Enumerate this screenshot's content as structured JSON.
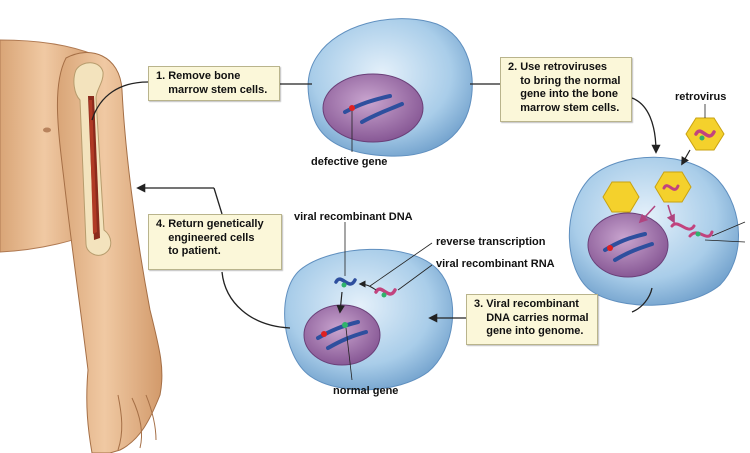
{
  "steps": {
    "step1": "1. Remove bone\n    marrow stem cells.",
    "step2": "2. Use retroviruses\n    to bring the normal\n    gene into the bone\n    marrow stem cells.",
    "step3": "3. Viral recombinant\n    DNA carries normal\n    gene into genome.",
    "step4": "4. Return genetically\n    engineered cells\n    to patient."
  },
  "labels": {
    "defective_gene": "defective gene",
    "retrovirus": "retrovirus",
    "viral_recombinant_dna": "viral recombinant DNA",
    "reverse_transcription": "reverse transcription",
    "viral_recombinant_rna": "viral recombinant RNA",
    "normal_gene": "normal gene"
  },
  "colors": {
    "cell": "#a9cde9",
    "nucleus": "#9b6fa6",
    "chromosome": "#2e4f9e",
    "defective_marker": "#e02020",
    "normal_marker": "#2fb36b",
    "virus_capsid": "#f4d12c",
    "rna": "#c2437e",
    "skin": "#e6b98f",
    "bone": "#f3e3bd",
    "marrow": "#8b2a1c"
  }
}
